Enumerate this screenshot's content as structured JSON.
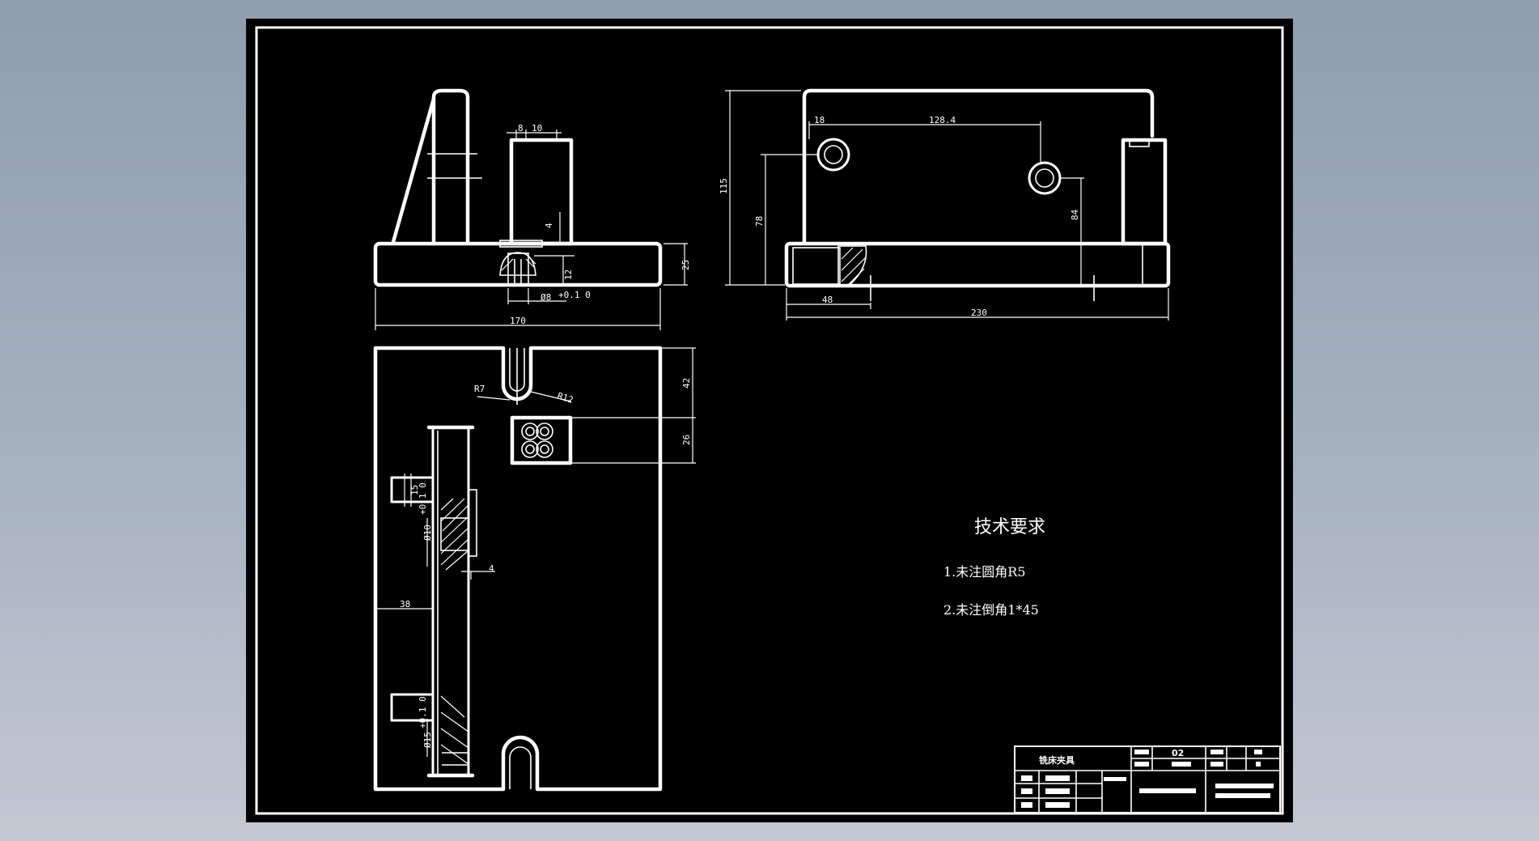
{
  "sheet": {
    "background": "#000000",
    "line_color": "#ffffff",
    "app_background": "#9aa6b6"
  },
  "front_view": {
    "dims": [
      "8",
      "10",
      "4",
      "12",
      "25",
      "170"
    ],
    "hole_dim": "Ø8",
    "hole_tol": "+0.1 0"
  },
  "side_view": {
    "dims": [
      "18",
      "128.4",
      "115",
      "78",
      "84",
      "48",
      "230"
    ]
  },
  "top_view": {
    "dims": [
      "R7",
      "R12",
      "42",
      "26",
      "15",
      "4",
      "38",
      "15"
    ],
    "hole_dim_1": "Ø10",
    "hole_dim_2": "Ø15",
    "hole_tol": "+0.1 0"
  },
  "notes": {
    "title": "技术要求",
    "item1": "1.未注圆角R5",
    "item2": "2.未注倒角1*45"
  },
  "title_block": {
    "name": "铣床夹具",
    "number": "02"
  }
}
